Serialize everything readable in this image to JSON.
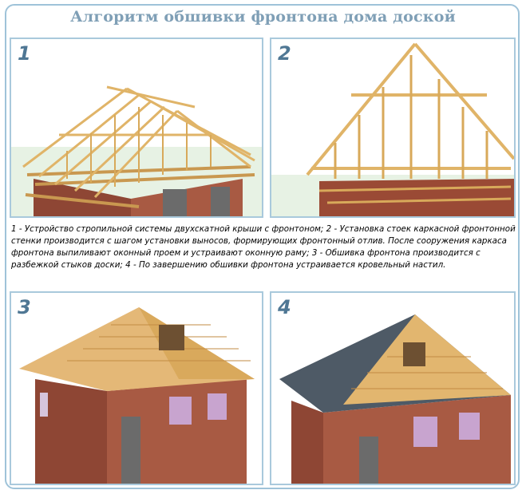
{
  "title": "Алгоритм обшивки фронтона дома доской",
  "panels": [
    {
      "number": "1"
    },
    {
      "number": "2"
    },
    {
      "number": "3"
    },
    {
      "number": "4"
    }
  ],
  "caption": "1 - Устройство стропильной системы двухскатной крыши с фронтоном; 2 - Установка стоек каркасной фронтонной стенки производится с шагом установки выносов, формирующих фронтонный отлив. После сооружения каркаса фронтона выпиливают  оконный проем и устраивают оконную раму; 3 - Обшивка фронтона производится с разбежкой стыков доски; 4 - По завершению обшивки фронтона устраивается кровельный настил.",
  "colors": {
    "brick": "#9a4a35",
    "wood": "#e2b66f",
    "roof": "#4e5a66",
    "frame_border": "#9fc3d9",
    "title": "#7f9fb6"
  }
}
